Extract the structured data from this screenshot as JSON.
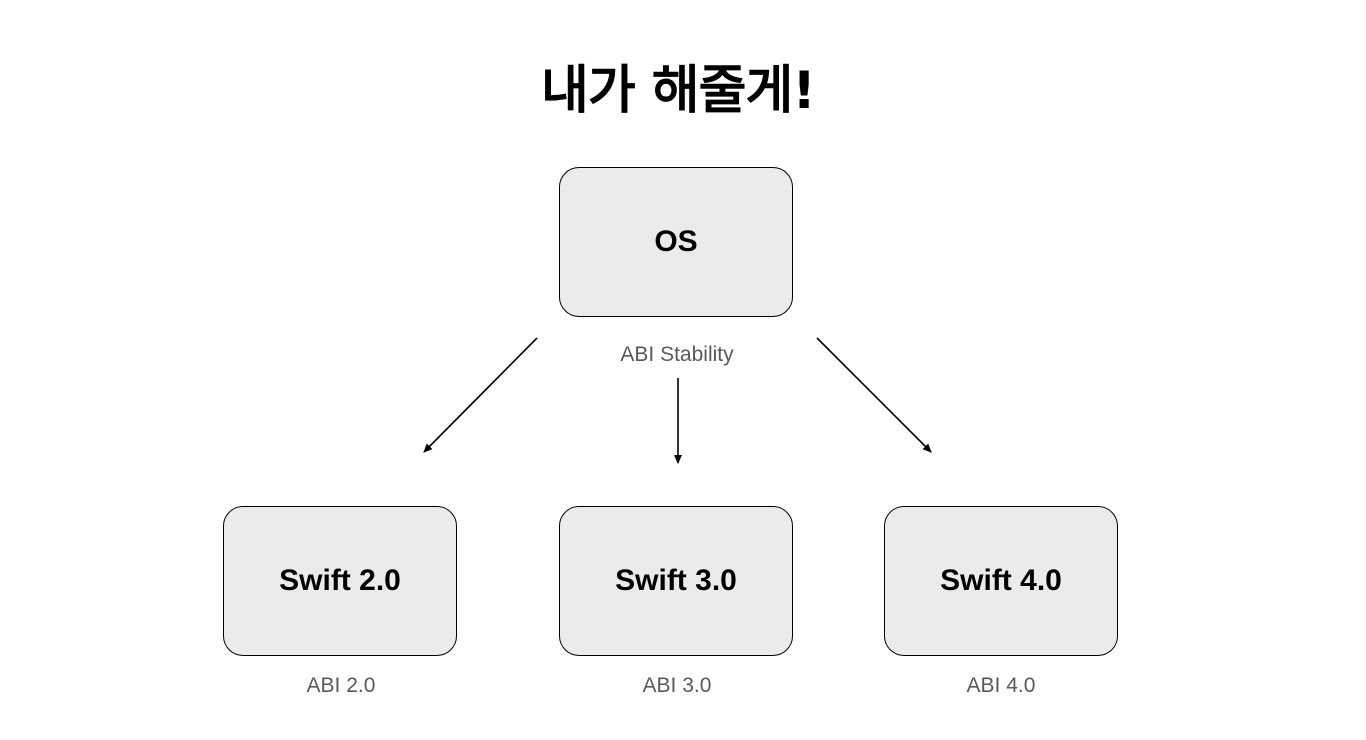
{
  "title": "내가 해줄게!",
  "os_node": {
    "label": "OS",
    "caption": "ABI Stability"
  },
  "swift_nodes": [
    {
      "label": "Swift 2.0",
      "caption": "ABI 2.0"
    },
    {
      "label": "Swift 3.0",
      "caption": "ABI 3.0"
    },
    {
      "label": "Swift 4.0",
      "caption": "ABI 4.0"
    }
  ],
  "colors": {
    "box_fill": "#ebebeb",
    "box_border": "#000000",
    "caption_text": "#595959",
    "arrow": "#000000"
  }
}
